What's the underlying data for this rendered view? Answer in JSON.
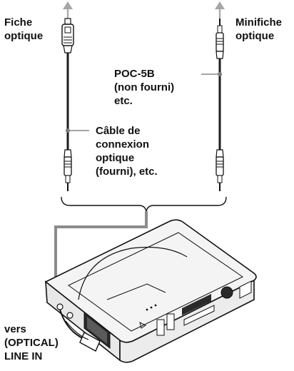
{
  "diagram": {
    "labels": {
      "optical_plug": [
        "Fiche",
        "optique"
      ],
      "optical_miniplug": [
        "Minifiche",
        "optique"
      ],
      "poc_cable": [
        "POC-5B",
        "(non fourni)",
        "etc."
      ],
      "connection_cable": [
        "Câble de",
        "connexion",
        "optique",
        "(fourni), etc."
      ],
      "destination": [
        "vers",
        "(OPTICAL)",
        "LINE IN"
      ]
    },
    "colors": {
      "ink": "#111111",
      "cable": "#1c1c1c",
      "arrow": "#a6a6a6",
      "connection_line": "#8c8c8c",
      "device_body": "#f4f4f4",
      "device_dark": "#2a2a2a"
    },
    "icons": {
      "left_arrow": "arrow-up-icon",
      "right_arrow": "arrow-up-icon",
      "device": "minidisc-recorder-icon"
    }
  }
}
